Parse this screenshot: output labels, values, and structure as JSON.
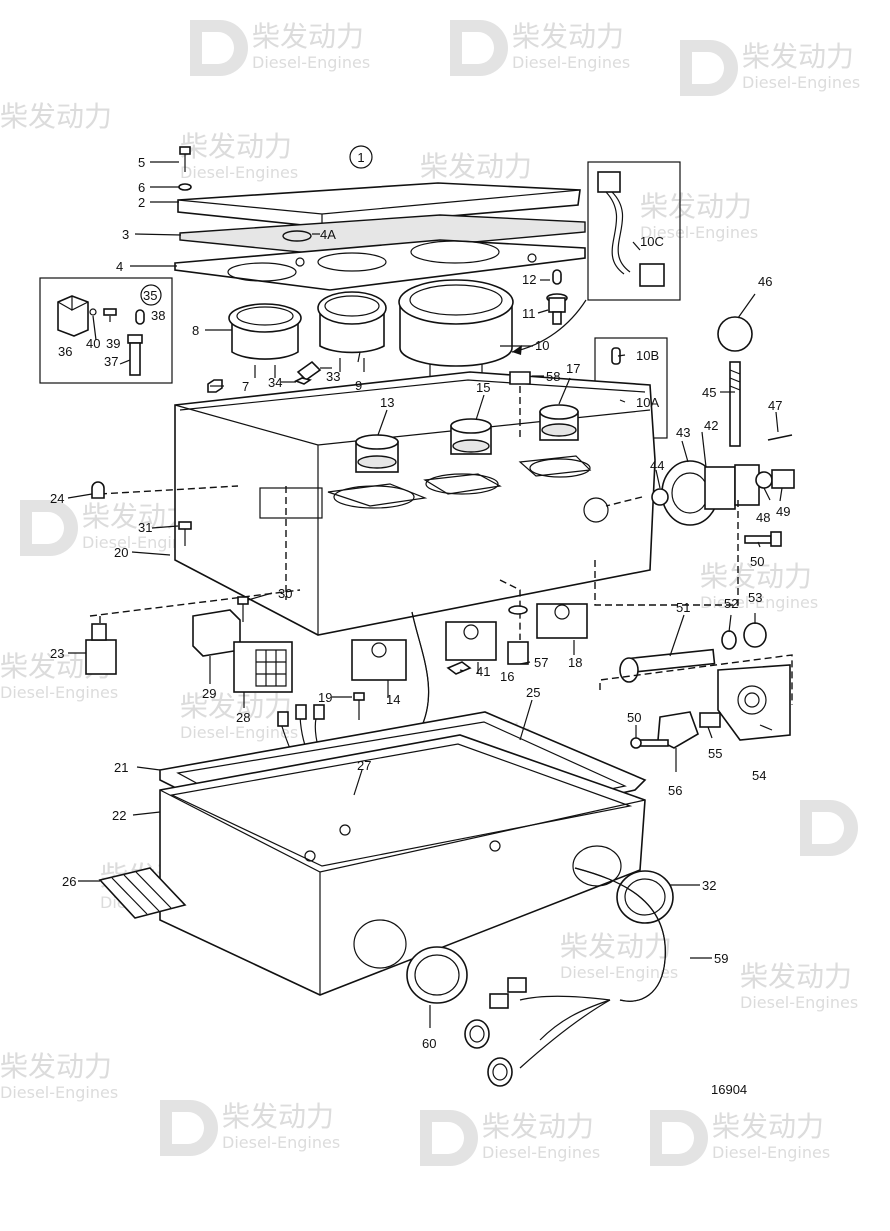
{
  "watermark": {
    "brand_cn": "柴发动力",
    "brand_en": "Diesel-Engines"
  },
  "figure_id": "16904",
  "group_marker": "1",
  "labels": {
    "l1": "1",
    "l2": "2",
    "l3": "3",
    "l4": "4",
    "l4A": "4A",
    "l5": "5",
    "l6": "6",
    "l7": "7",
    "l8": "8",
    "l9": "9",
    "l10": "10",
    "l10A": "10A",
    "l10B": "10B",
    "l10C": "10C",
    "l11": "11",
    "l12": "12",
    "l13": "13",
    "l14": "14",
    "l15": "15",
    "l16": "16",
    "l17": "17",
    "l18": "18",
    "l19": "19",
    "l20": "20",
    "l21": "21",
    "l22": "22",
    "l23": "23",
    "l24": "24",
    "l25": "25",
    "l26": "26",
    "l27": "27",
    "l28": "28",
    "l29": "29",
    "l30": "30",
    "l31": "31",
    "l32": "32",
    "l33": "33",
    "l34": "34",
    "l35": "35",
    "l36": "36",
    "l37": "37",
    "l38": "38",
    "l39": "39",
    "l40": "40",
    "l41": "41",
    "l42": "42",
    "l43": "43",
    "l44": "44",
    "l45": "45",
    "l46": "46",
    "l47": "47",
    "l48": "48",
    "l49": "49",
    "l50": "50",
    "l51": "51",
    "l52": "52",
    "l53": "53",
    "l54": "54",
    "l55": "55",
    "l56": "56",
    "l57": "57",
    "l58": "58",
    "l59": "59",
    "l60": "60"
  }
}
